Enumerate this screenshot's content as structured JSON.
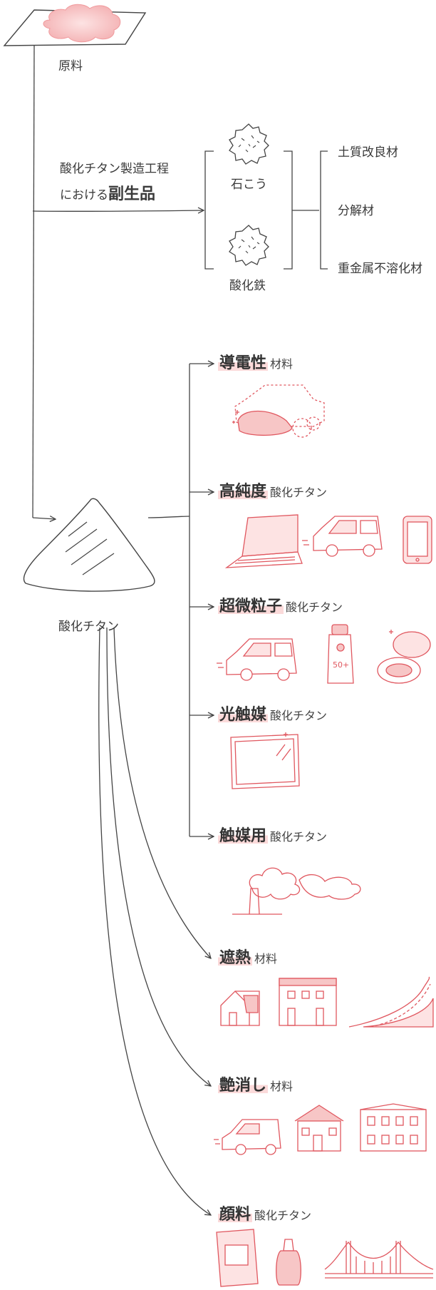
{
  "raw_material": {
    "label": "原料"
  },
  "byproduct": {
    "caption_line1": "酸化チタン製造工程",
    "caption_line2_prefix": "における",
    "caption_line2_emphasis": "副生品",
    "items": [
      "石こう",
      "酸化鉄"
    ],
    "uses": [
      "土質改良材",
      "分解材",
      "重金属不溶化材"
    ]
  },
  "product": {
    "label": "酸化チタン"
  },
  "applications": [
    {
      "name": "導電性",
      "suffix": "材料"
    },
    {
      "name": "高純度",
      "suffix": "酸化チタン"
    },
    {
      "name": "超微粒子",
      "suffix": "酸化チタン"
    },
    {
      "name": "光触媒",
      "suffix": "酸化チタン"
    },
    {
      "name": "触媒用",
      "suffix": "酸化チタン"
    },
    {
      "name": "遮熱",
      "suffix": "材料"
    },
    {
      "name": "艶消し",
      "suffix": "材料"
    },
    {
      "name": "顔料",
      "suffix": "酸化チタン"
    }
  ],
  "illustrations": {
    "sunscreen_label": "50+"
  },
  "colors": {
    "line": "#444444",
    "accent": "#e0575f",
    "fill": "#f7c6c6",
    "highlight": "#fbdada"
  }
}
